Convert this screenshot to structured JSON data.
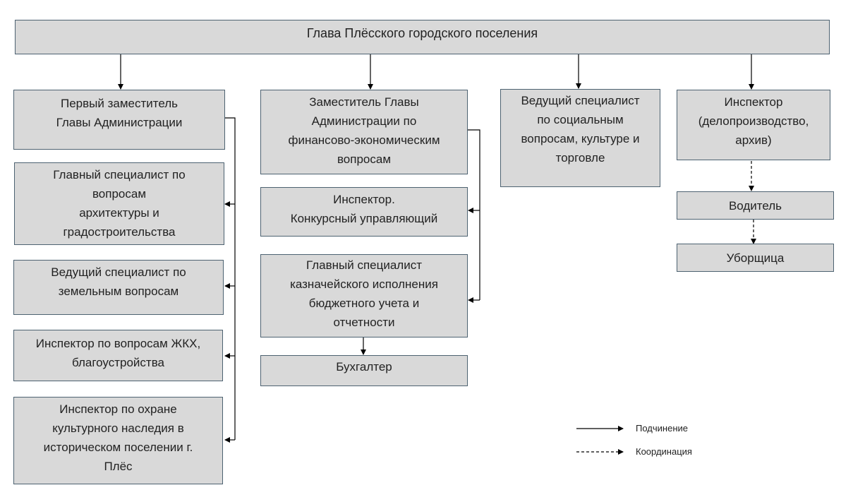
{
  "head": "Глава Плёсского городского поселения",
  "col1": {
    "deputy": "Первый заместитель\nГлавы Администрации",
    "items": [
      "Главный специалист по\nвопросам\nархитектуры и\nградостроительства",
      "Ведущий специалист по\nземельным вопросам",
      "Инспектор по вопросам ЖКХ,\nблагоустройства",
      "Инспектор по охране\nкультурного наследия в\nисторическом поселении г.\nПлёс"
    ]
  },
  "col2": {
    "deputy": "Заместитель Главы\nАдминистрации по\nфинансово-экономическим\nвопросам",
    "inspector": "Инспектор.\nКонкурсный управляющий",
    "chief": "Главный специалист\nказначейского исполнения\nбюджетного учета и\nотчетности",
    "accountant": "Бухгалтер"
  },
  "col3": {
    "lead": "Ведущий специалист\nпо социальным\nвопросам, культуре и\nторговле"
  },
  "col4": {
    "inspector": "Инспектор\n(делопроизводство,\nархив)",
    "driver": "Водитель",
    "cleaner": "Уборщица"
  },
  "legend": {
    "subordination": "Подчинение",
    "coordination": "Координация"
  }
}
